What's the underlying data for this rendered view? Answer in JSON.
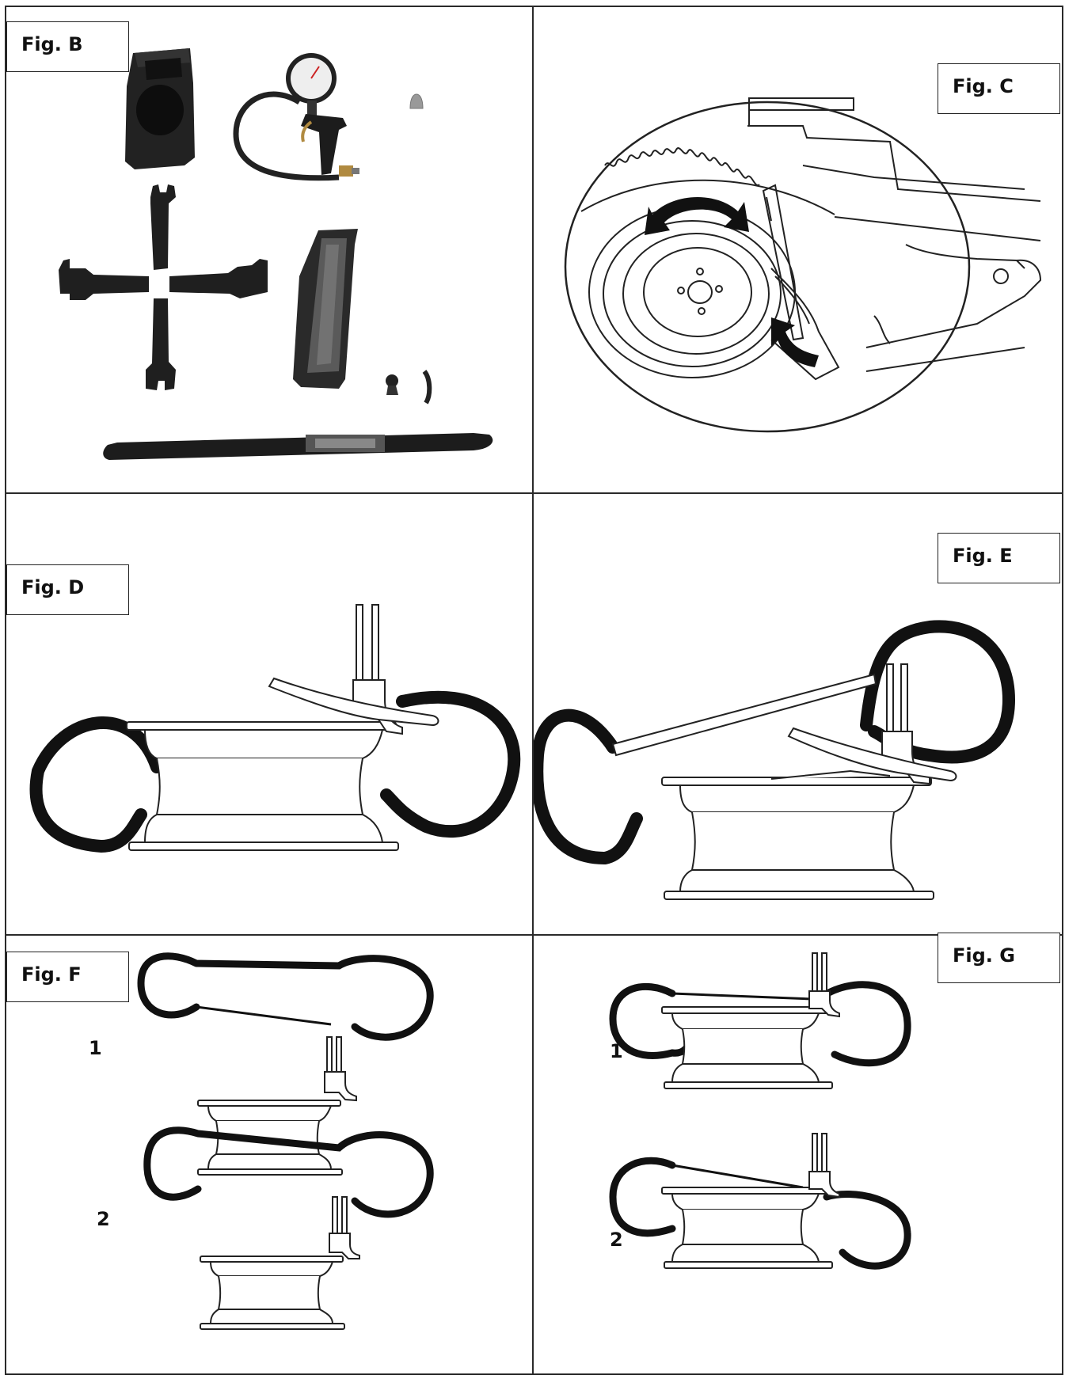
{
  "figures": {
    "b": {
      "label": "Fig. B"
    },
    "c": {
      "label": "Fig. C"
    },
    "d": {
      "label": "Fig. D"
    },
    "e": {
      "label": "Fig. E"
    },
    "f": {
      "label": "Fig. F",
      "steps": [
        "1",
        "2"
      ]
    },
    "g": {
      "label": "Fig. G",
      "steps": [
        "1",
        "2"
      ]
    }
  }
}
